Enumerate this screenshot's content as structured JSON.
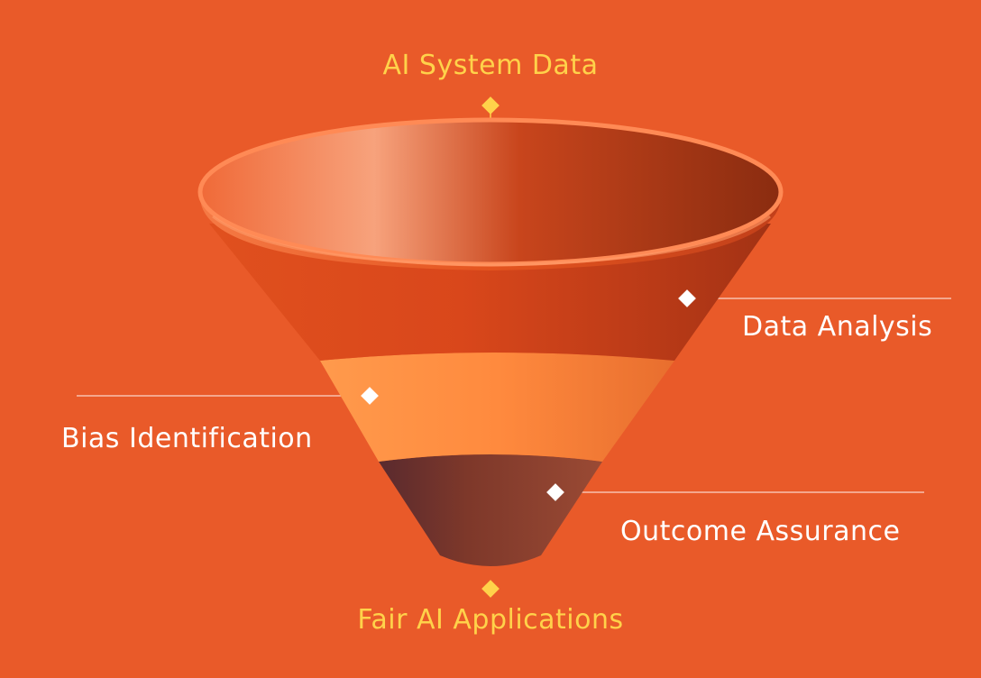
{
  "diagram": {
    "stages": {
      "input": "AI System Data",
      "step1": "Data Analysis",
      "step2": "Bias Identification",
      "step3": "Outcome Assurance",
      "output": "Fair AI Applications"
    },
    "colors": {
      "background": "#E95A29",
      "accent_yellow": "#FFD24A",
      "text_white": "#FFFFFF",
      "band_top": "#C7411A",
      "band_middle": "#FF8A3E",
      "band_bottom": "#7A3326"
    }
  }
}
